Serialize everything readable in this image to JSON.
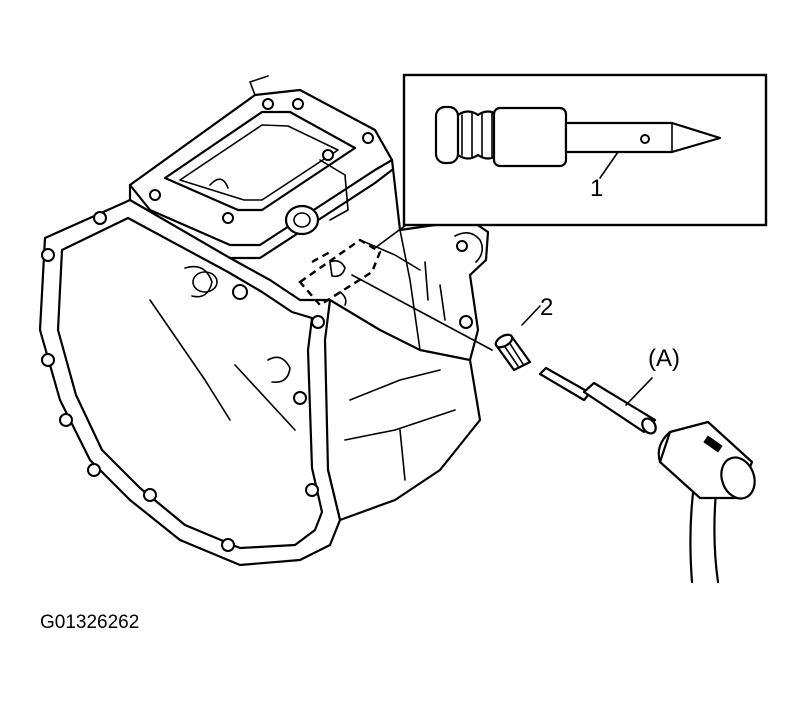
{
  "figure": {
    "callouts": {
      "part_1": "1",
      "part_2": "2",
      "tool_a": "(A)"
    },
    "figure_id": "G01326262"
  }
}
